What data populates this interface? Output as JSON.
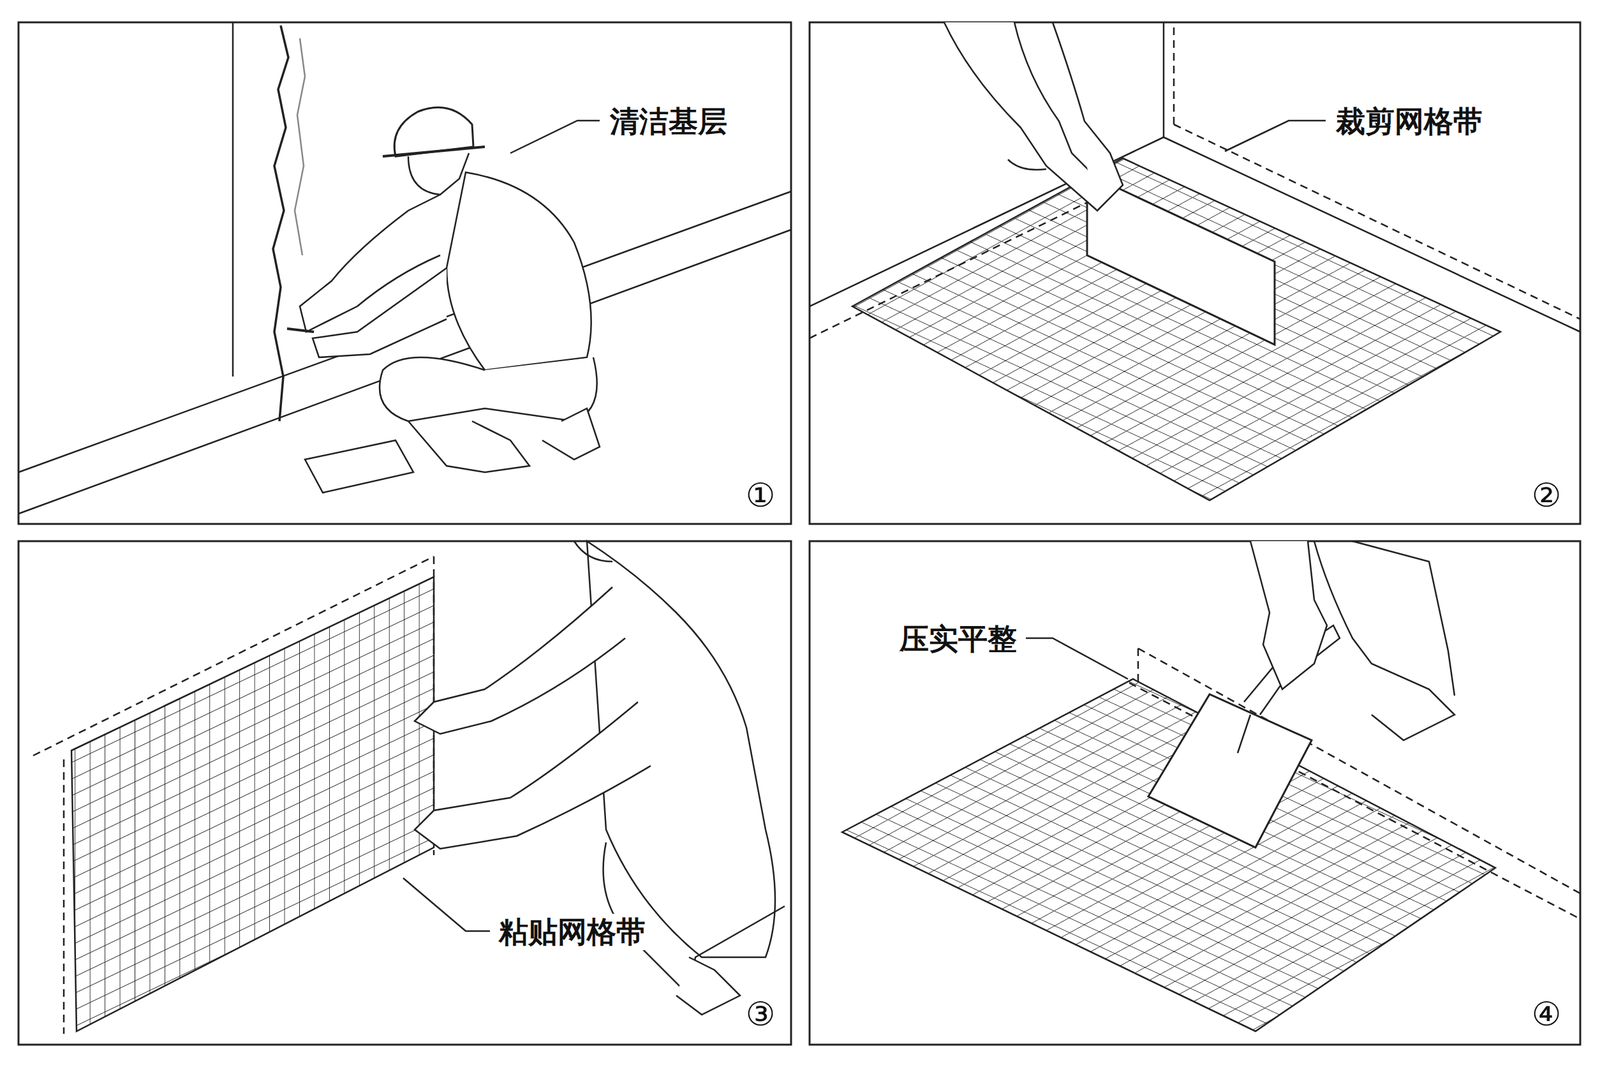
{
  "diagram": {
    "labels": [
      "清洁基层",
      "①",
      "裁剪网格带",
      "②",
      "粘贴网格带",
      "③",
      "压实平整",
      "④"
    ]
  }
}
